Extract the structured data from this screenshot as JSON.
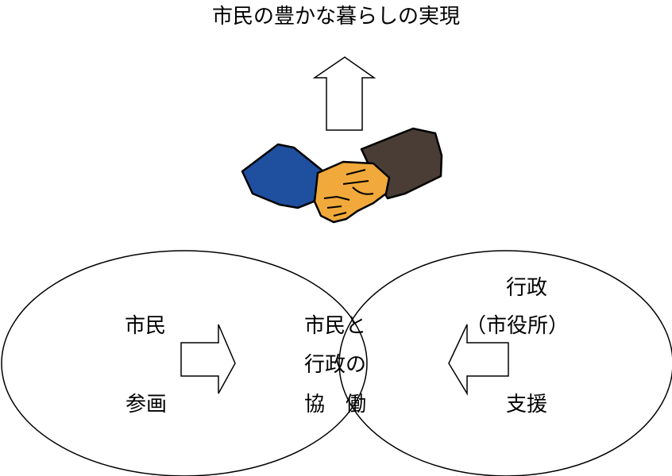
{
  "title": "市民の豊かな暮らしの実現",
  "left_circle": {
    "top_label": "市民",
    "bottom_label": "参画"
  },
  "center": {
    "line1": "市民と",
    "line2": "行政の",
    "line3": "協　働"
  },
  "right_circle": {
    "top_label_1": "行政",
    "top_label_2": "（市役所）",
    "bottom_label": "支援"
  },
  "colors": {
    "left_sleeve": "#1f4f9f",
    "right_sleeve": "#4a3d36",
    "hand": "#f0a93a"
  },
  "icons": [
    "up-arrow-icon",
    "handshake-icon",
    "right-arrow-icon",
    "left-arrow-icon"
  ]
}
